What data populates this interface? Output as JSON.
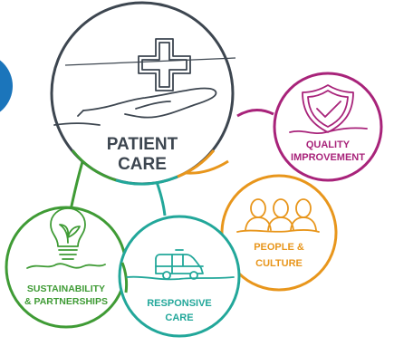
{
  "center": {
    "line1": "PATIENT",
    "line2": "CARE",
    "color": "#3d4650"
  },
  "nodes": {
    "quality": {
      "line1": "QUALITY",
      "line2": "IMPROVEMENT",
      "color": "#a8237a"
    },
    "people": {
      "line1": "PEOPLE &",
      "line2": "CULTURE",
      "color": "#e8961c"
    },
    "responsive": {
      "line1": "RESPONSIVE",
      "line2": "CARE",
      "color": "#22a79a"
    },
    "sustainability": {
      "line1": "SUSTAINABILITY",
      "line2": "& PARTNERSHIPS",
      "color": "#3f9b35"
    }
  },
  "accent": {
    "blue_edge": "#1b75bb"
  },
  "icons": [
    "medical-cross-icon",
    "caring-hand-icon",
    "shield-check-icon",
    "three-people-icon",
    "ambulance-icon",
    "eco-lightbulb-icon"
  ]
}
